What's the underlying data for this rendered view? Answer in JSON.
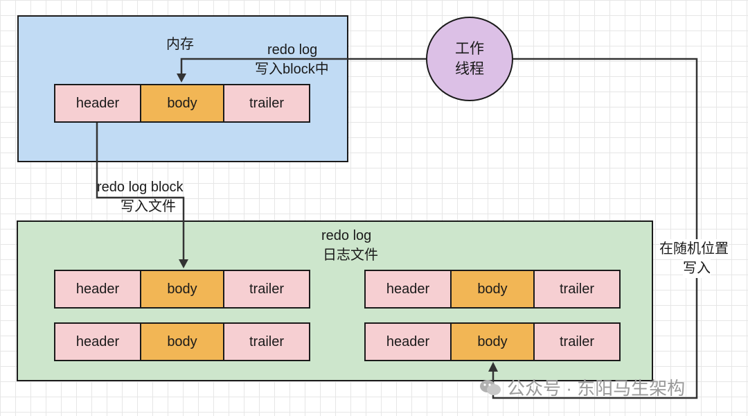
{
  "memory": {
    "title": "内存",
    "block": {
      "header": "header",
      "body": "body",
      "trailer": "trailer"
    }
  },
  "worker": {
    "line1": "工作",
    "line2": "线程"
  },
  "labels": {
    "write_block_1": "redo log",
    "write_block_2": "写入block中",
    "write_file_1": "redo log block",
    "write_file_2": "写入文件",
    "random_1": "在随机位置",
    "random_2": "写入"
  },
  "logfile": {
    "title_1": "redo log",
    "title_2": "日志文件",
    "blocks": [
      {
        "header": "header",
        "body": "body",
        "trailer": "trailer"
      },
      {
        "header": "header",
        "body": "body",
        "trailer": "trailer"
      },
      {
        "header": "header",
        "body": "body",
        "trailer": "trailer"
      },
      {
        "header": "header",
        "body": "body",
        "trailer": "trailer"
      }
    ]
  },
  "watermark": "公众号 · 东阳马生架构",
  "colors": {
    "memory_bg": "#c1dbf4",
    "file_bg": "#cde6cc",
    "header_trailer": "#f6cfd2",
    "body": "#f2b655",
    "worker": "#dcc0e6"
  }
}
